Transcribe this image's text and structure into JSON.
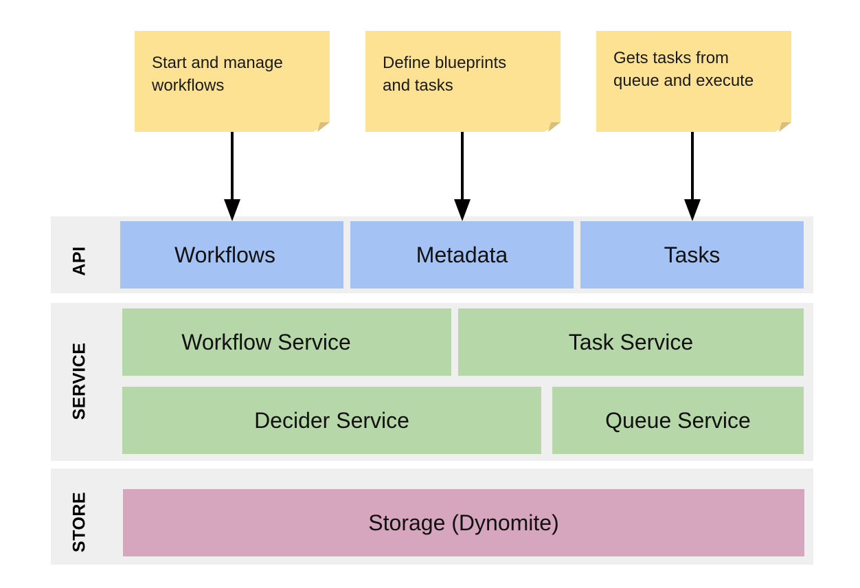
{
  "notes": [
    {
      "line1": "Start and manage",
      "line2": "workflows"
    },
    {
      "line1": "Define blueprints",
      "line2": "and tasks"
    },
    {
      "line1": "Gets tasks from",
      "line2": "queue and execute"
    }
  ],
  "layers": {
    "api": {
      "label": "API",
      "boxes": [
        "Workflows",
        "Metadata",
        "Tasks"
      ]
    },
    "service": {
      "label": "SERVICE",
      "boxes": [
        "Workflow Service",
        "Task Service",
        "Decider Service",
        "Queue Service"
      ]
    },
    "store": {
      "label": "STORE",
      "boxes": [
        "Storage (Dynomite)"
      ]
    }
  },
  "colors": {
    "note": "#fde293",
    "note_fold": "#d8c07c",
    "layer_background": "#efefef",
    "api": "#a4c2f4",
    "service": "#b6d7a8",
    "store": "#d5a6bd",
    "arrow": "#000000"
  }
}
